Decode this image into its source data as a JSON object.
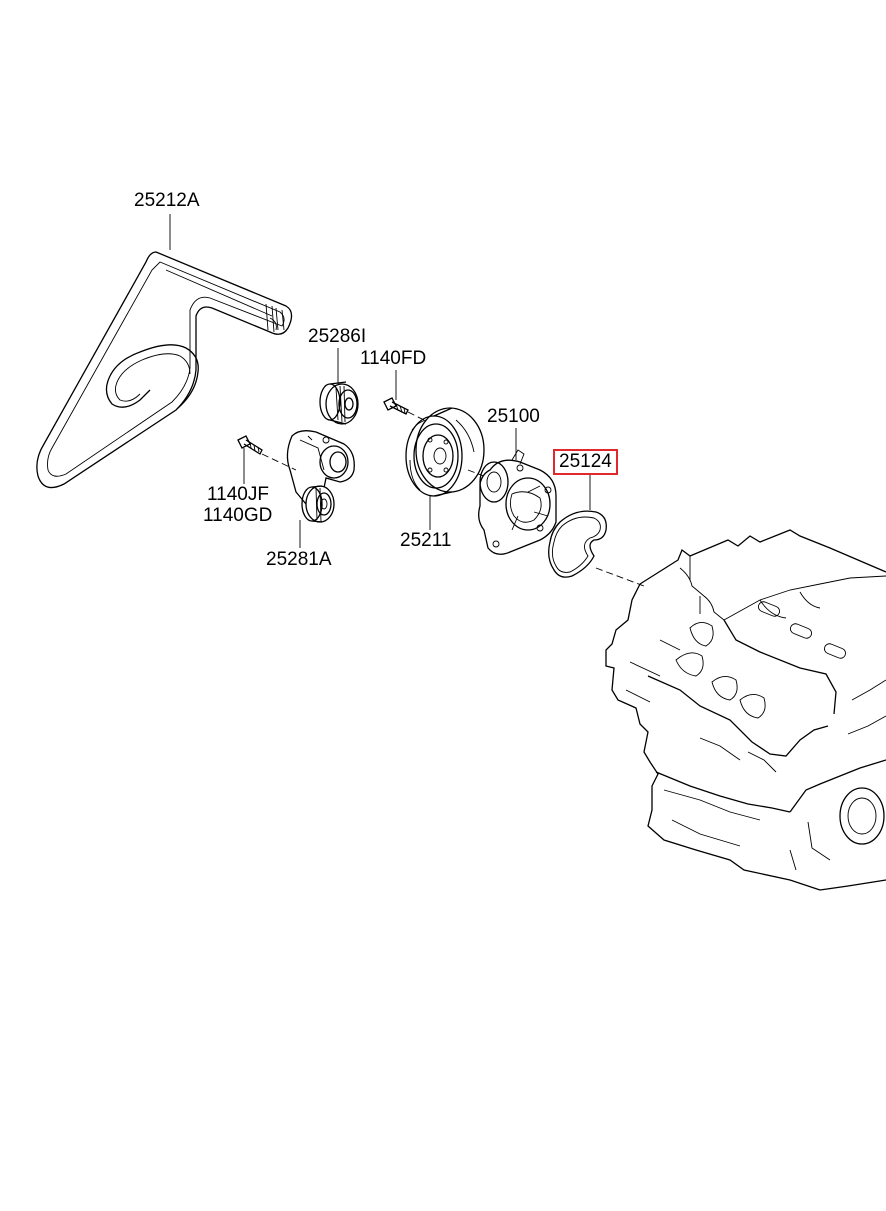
{
  "labels": {
    "belt": "25212A",
    "idler": "25286I",
    "bolt_fd": "1140FD",
    "pump": "25100",
    "gasket": "25124",
    "bolt_jf": "1140JF",
    "bolt_gd": "1140GD",
    "pulley": "25211",
    "tensioner": "25281A"
  },
  "highlight": {
    "part": "25124",
    "color": "#e0282e"
  }
}
